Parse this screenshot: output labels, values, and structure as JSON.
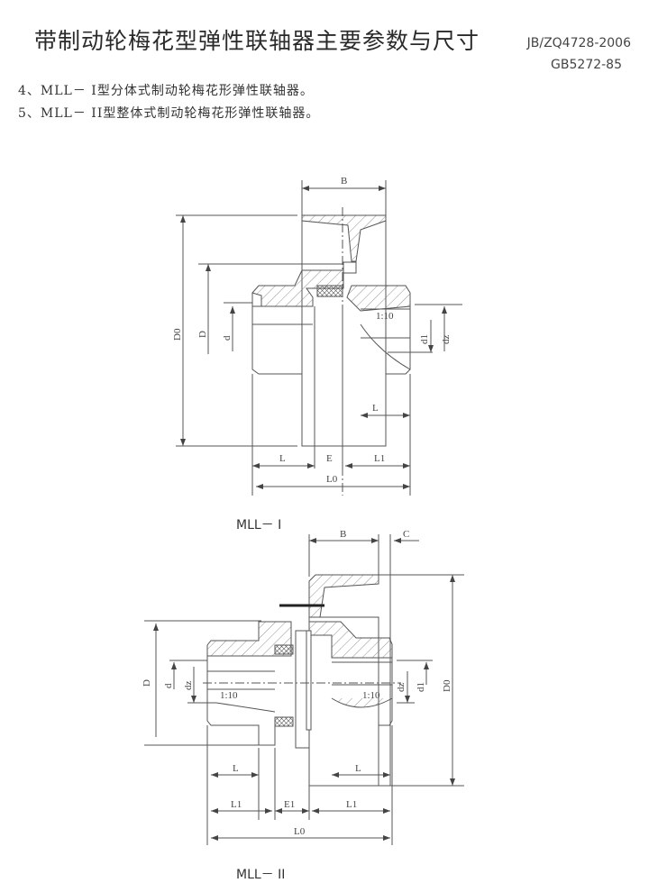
{
  "header": {
    "title": "带制动轮梅花型弹性联轴器主要参数与尺寸",
    "standard_1": "JB/ZQ4728-2006",
    "standard_2": "GB5272-85"
  },
  "items": [
    "4、MLL－ I型分体式制动轮梅花形弹性联轴器。",
    "5、MLL－ II型整体式制动轮梅花形弹性联轴器。"
  ],
  "figure1": {
    "caption": "MLL－ I",
    "labels": {
      "B": "B",
      "D0": "D0",
      "D": "D",
      "d": "d",
      "taper": "1:10",
      "d1": "d1",
      "dz": "dz",
      "L_right": "L",
      "L": "L",
      "E": "E",
      "L1": "L1",
      "L0": "L0"
    }
  },
  "figure2": {
    "caption": "MLL－ II",
    "labels": {
      "B": "B",
      "C": "C",
      "D": "D",
      "d": "d",
      "dz_left": "dz",
      "taper_left": "1:10",
      "taper_right": "1:10",
      "dz_right": "dz",
      "d1": "d1",
      "D0": "D0",
      "L_left": "L",
      "L_right": "L",
      "L1_left": "L1",
      "E1": "E1",
      "L1_right": "L1",
      "L0": "L0"
    }
  }
}
